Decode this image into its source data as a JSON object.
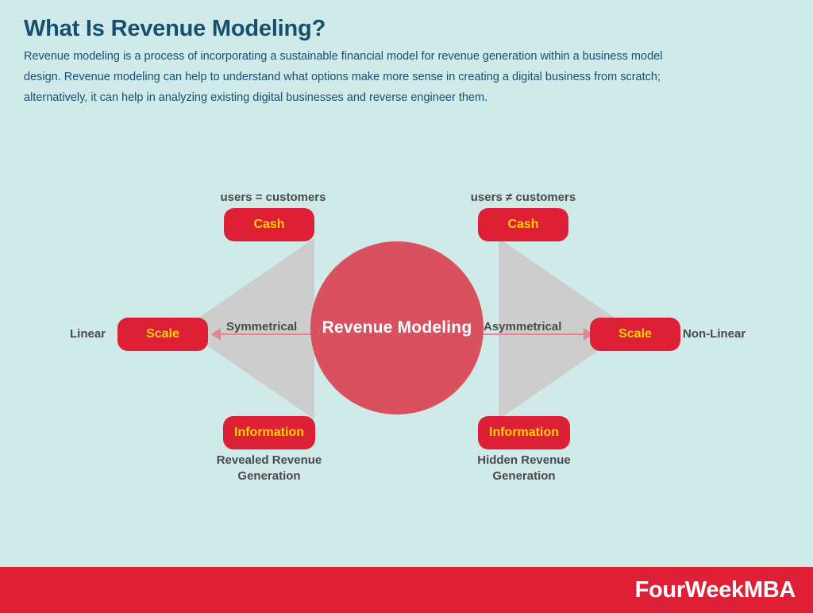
{
  "page": {
    "background_color": "#cfeae9",
    "accent_red": "#de2037",
    "circle_red": "#d9505f",
    "pill_text_color": "#ffd200",
    "title_color": "#17506f",
    "label_color": "#4a4a4a",
    "triangle_gray": "#cdcdcd",
    "arrow_pink": "#e8828f"
  },
  "header": {
    "title": "What Is Revenue Modeling?",
    "description": "Revenue modeling is a process of incorporating a sustainable financial model for revenue generation within a business model design. Revenue modeling can help to understand what options make more sense in creating a digital business from scratch; alternatively, it can help in analyzing existing digital businesses and reverse engineer them."
  },
  "diagram": {
    "center": {
      "label": "Revenue Modeling"
    },
    "left_branch": {
      "top_condition": "users = customers",
      "cash_pill": "Cash",
      "scale_pill": "Scale",
      "information_pill": "Information",
      "axis_label": "Linear",
      "relation_label": "Symmetrical",
      "outcome_label": "Revealed Revenue\nGeneration",
      "arrow_direction": "left"
    },
    "right_branch": {
      "top_condition": "users ≠ customers",
      "cash_pill": "Cash",
      "scale_pill": "Scale",
      "information_pill": "Information",
      "axis_label": "Non-Linear",
      "relation_label": "Asymmetrical",
      "outcome_label": "Hidden Revenue\nGeneration",
      "arrow_direction": "right"
    }
  },
  "footer": {
    "brand": "FourWeekMBA"
  }
}
